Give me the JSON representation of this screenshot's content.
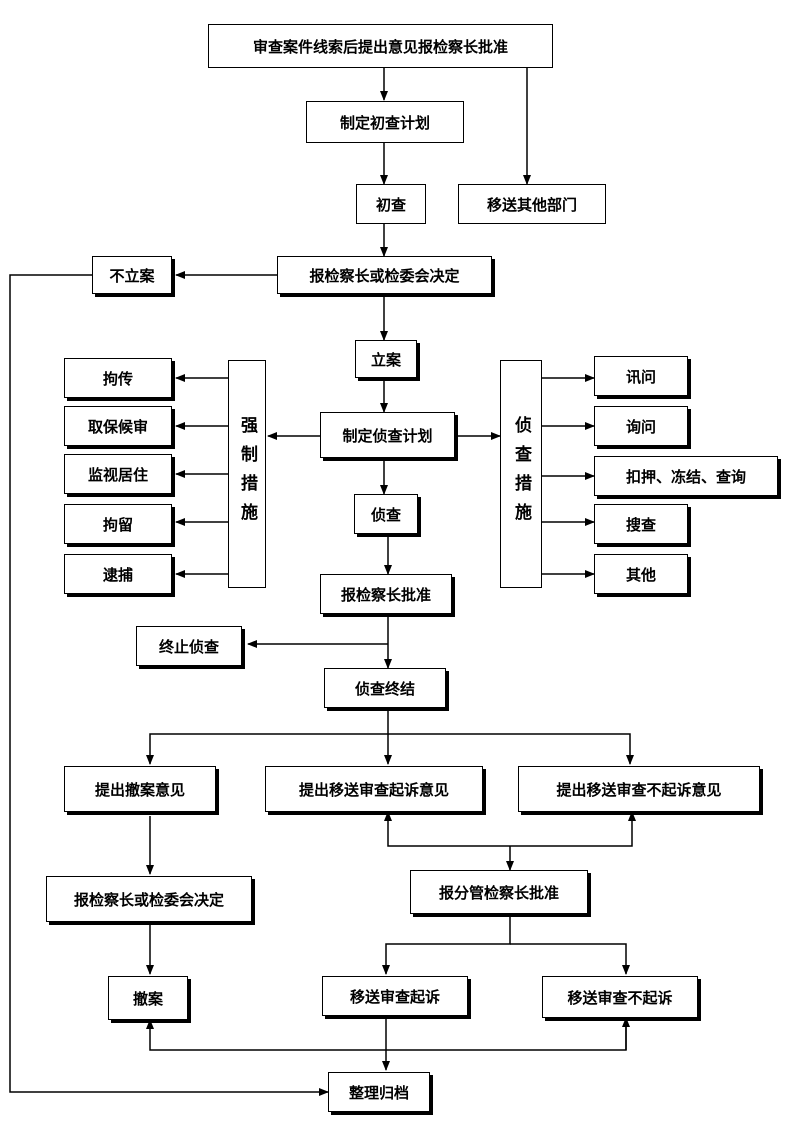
{
  "nodes": {
    "review_clues": "审查案件线索后提出意见报检察长批准",
    "initial_plan": "制定初查计划",
    "initial_check": "初查",
    "transfer_other": "移送其他部门",
    "chief_decision_1": "报检察长或检委会决定",
    "not_file": "不立案",
    "file_case": "立案",
    "investigation_plan": "制定侦查计划",
    "coercive_measures": "强制措施",
    "summons": "拘传",
    "bail": "取保候审",
    "residential_surveillance": "监视居住",
    "detention": "拘留",
    "arrest": "逮捕",
    "investigative_measures": "侦查措施",
    "interrogation": "讯问",
    "inquiry": "询问",
    "seize_freeze": "扣押、冻结、查询",
    "search": "搜查",
    "other": "其他",
    "investigation": "侦查",
    "chief_approval": "报检察长批准",
    "terminate_investigation": "终止侦查",
    "investigation_end": "侦查终结",
    "propose_withdraw": "提出撤案意见",
    "propose_prosecution": "提出移送审查起诉意见",
    "propose_non_prosecution": "提出移送审查不起诉意见",
    "chief_decision_2": "报检察长或检委会决定",
    "deputy_approval": "报分管检察长批准",
    "withdraw": "撤案",
    "transfer_prosecution": "移送审查起诉",
    "transfer_non_prosecution": "移送审查不起诉",
    "archive": "整理归档"
  }
}
